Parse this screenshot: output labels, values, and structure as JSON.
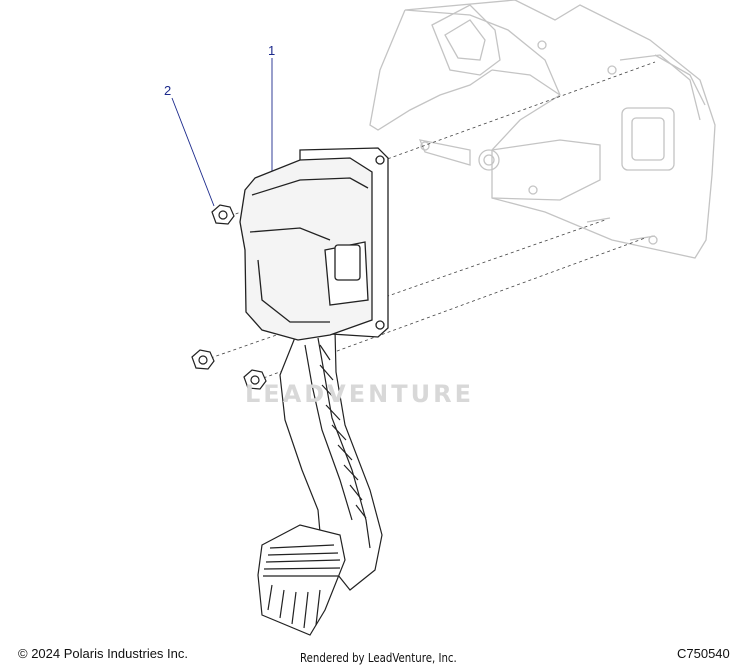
{
  "callouts": [
    {
      "number": "1",
      "part": "pedal-assembly"
    },
    {
      "number": "2",
      "part": "nut"
    }
  ],
  "watermark": "LEADVENTURE",
  "footer": {
    "copyright": "© 2024 Polaris Industries Inc.",
    "rendered_by": "Rendered by LeadVenture, Inc.",
    "diagram_code": "C750540"
  },
  "colors": {
    "callout": "#1c2a8c",
    "ghost_bracket": "#c8c8c8",
    "part_outline": "#222222",
    "leader_dashed": "#444444"
  }
}
